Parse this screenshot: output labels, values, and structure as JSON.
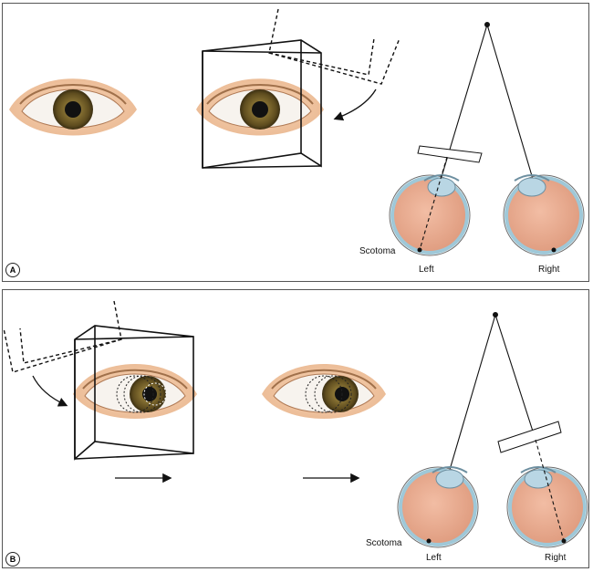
{
  "panel_a": {
    "badge": "A",
    "labels": {
      "scotoma": "Scotoma",
      "left": "Left",
      "right": "Right"
    }
  },
  "panel_b": {
    "badge": "B",
    "labels": {
      "scotoma": "Scotoma",
      "left": "Left",
      "right": "Right"
    }
  },
  "colors": {
    "skin": "#f3c9a6",
    "iris": "#6b5a2a",
    "globe": "#e8a98c",
    "sclera_ring": "#9fc8d8",
    "lens": "#b9d6e4"
  }
}
